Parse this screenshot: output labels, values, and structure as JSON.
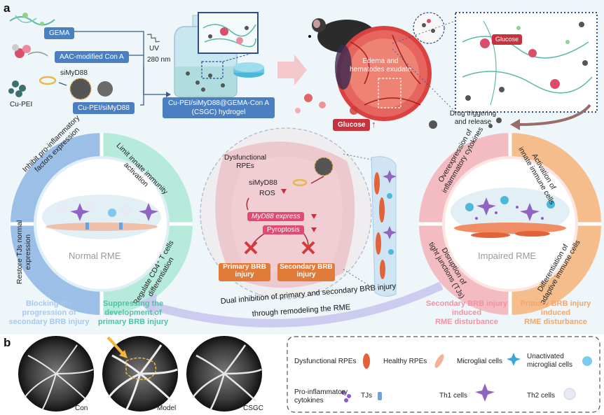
{
  "panels": {
    "a": "a",
    "b": "b"
  },
  "synthesis": {
    "gema": "GEMA",
    "conA": "AAC-modified Con A",
    "sirna": "siMyD88",
    "cupei": "Cu-PEI",
    "complex": "Cu-PEI/siMyD88",
    "uv": "UV",
    "wavelength": "280 nm",
    "hydrogel_line1": "Cu-PEI/siMyD88@GEMA-Con A",
    "hydrogel_line2": "(CSGC) hydrogel"
  },
  "eye": {
    "edema_line1": "Edema and",
    "edema_line2": "hematodes exudate",
    "glucose": "Glucose",
    "glucose_tag": "Glucose",
    "release_line1": "Drug triggering",
    "release_line2": "and release"
  },
  "normal": {
    "title": "Normal RME",
    "q1_line1": "Inhibit pro-inflammatory",
    "q1_line2": "factors expression",
    "q2_line1": "Limit innate immunity",
    "q2_line2": "activation",
    "q3_line1": "Restore TJs normal",
    "q3_line2": "expression",
    "q4_line1": "Regulate CD4⁺ T cells",
    "q4_line2": "differentiation"
  },
  "impaired": {
    "title": "Impaired RME",
    "q1_line1": "Overexpression of",
    "q1_line2": "inflammatory cytokines",
    "q2_line1": "Activation of",
    "q2_line2": "innate immune cells",
    "q3_line1": "Disruption of",
    "q3_line2": "tight junctions (TJs)",
    "q4_line1": "Differentiation of",
    "q4_line2": "adaptive immune cells"
  },
  "center": {
    "rpe_line1": "Dysfunctional",
    "rpe_line2": "RPEs",
    "sirna": "siMyD88",
    "ros": "ROS",
    "myd88": "MyD88 express",
    "pyroptosis": "Pyroptosis",
    "primary_line1": "Primary BRB",
    "primary_line2": "injury",
    "secondary_line1": "Secondary BRB",
    "secondary_line2": "injury"
  },
  "dual": {
    "line1": "Dual inhibition of primary and secondary BRB injury",
    "line2": "through remodeling the RME"
  },
  "captions": {
    "blocking_line1": "Blocking the",
    "blocking_line2": "progression of",
    "blocking_line3": "secondary BRB injury",
    "suppressing_line1": "Suppressing the",
    "suppressing_line2": "development of",
    "suppressing_line3": "primary BRB injury",
    "secondary_line1": "Secondary BRB injury",
    "secondary_line2": "induced",
    "secondary_line3": "RME disturbance",
    "primary_line1": "Primary BRB injury",
    "primary_line2": "induced",
    "primary_line3": "RME disturbance"
  },
  "fundus": {
    "con": "Con",
    "model": "Model",
    "csgc": "CSGC"
  },
  "legend": {
    "dys_rpe": "Dysfunctional RPEs",
    "healthy_rpe": "Healthy RPEs",
    "microglia": "Microglial cells",
    "unact_line1": "Unactivated",
    "unact_line2": "microglial cells",
    "cytokine_line1": "Pro-inflammatory",
    "cytokine_line2": "cytokines",
    "tjs": "TJs",
    "th1": "Th1 cells",
    "th2": "Th2 cells"
  },
  "colors": {
    "blue_pill": "#4a7fc1",
    "normal_blue": "#8cb3e0",
    "normal_teal": "#a6e3d5",
    "impaired_pink": "#f2a9b3",
    "impaired_orange": "#f2b27e",
    "glucose_red": "#c8323c",
    "accent_pink": "#e04a73"
  }
}
